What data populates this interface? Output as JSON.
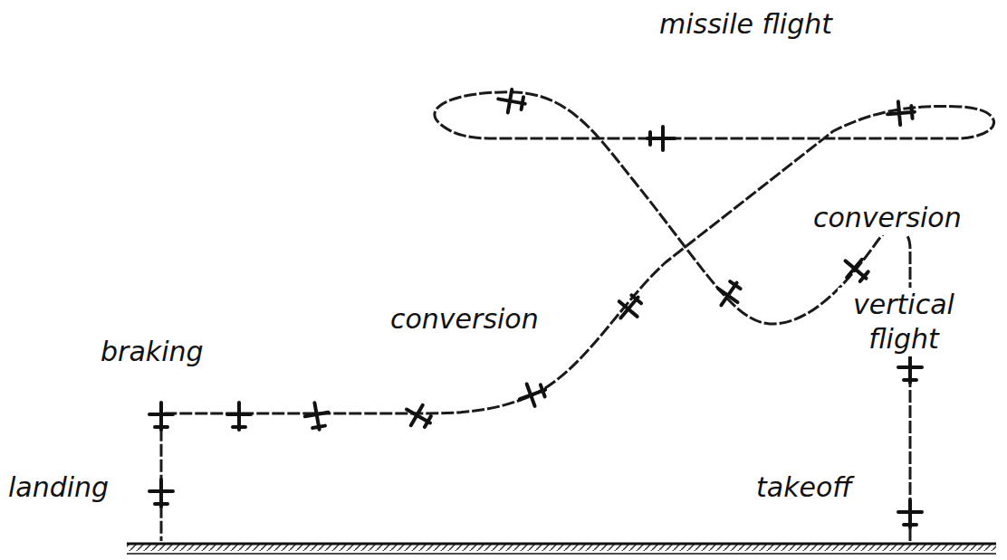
{
  "diagram": {
    "labels": [
      "missile flight",
      "conversion",
      "vertical flight",
      "conversion",
      "braking",
      "landing",
      "takeoff"
    ]
  }
}
